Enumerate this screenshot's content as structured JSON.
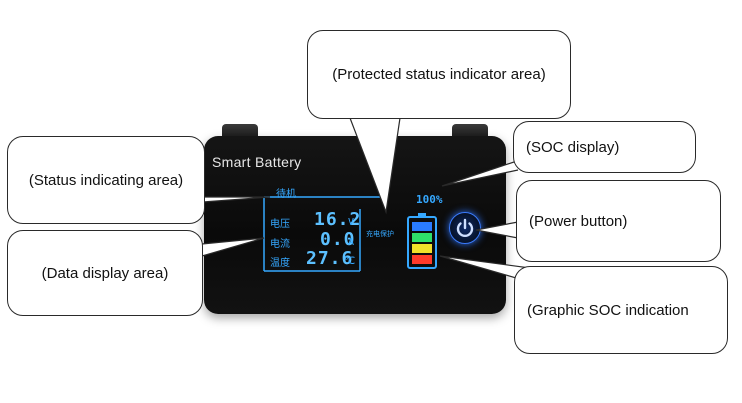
{
  "callouts": {
    "protected_status": "(Protected status indicator area)",
    "soc_display": "(SOC display)",
    "status_indicating": "(Status indicating area)",
    "power_button": "(Power button)",
    "data_display": "(Data display area)",
    "graphic_soc": "(Graphic SOC indication"
  },
  "device": {
    "brand": "Smart Battery",
    "status_text": "待机",
    "protect_text": "充电保护",
    "soc_percent": "100%",
    "rows": [
      {
        "label": "电压",
        "value": "16.2",
        "unit": "V"
      },
      {
        "label": "电流",
        "value": "0.0",
        "unit": "A"
      },
      {
        "label": "温度",
        "value": "27.6",
        "unit": "℃"
      }
    ],
    "battery_colors": [
      "#2a7cff",
      "#2ee06a",
      "#f0e02a",
      "#ff3a2a"
    ]
  }
}
